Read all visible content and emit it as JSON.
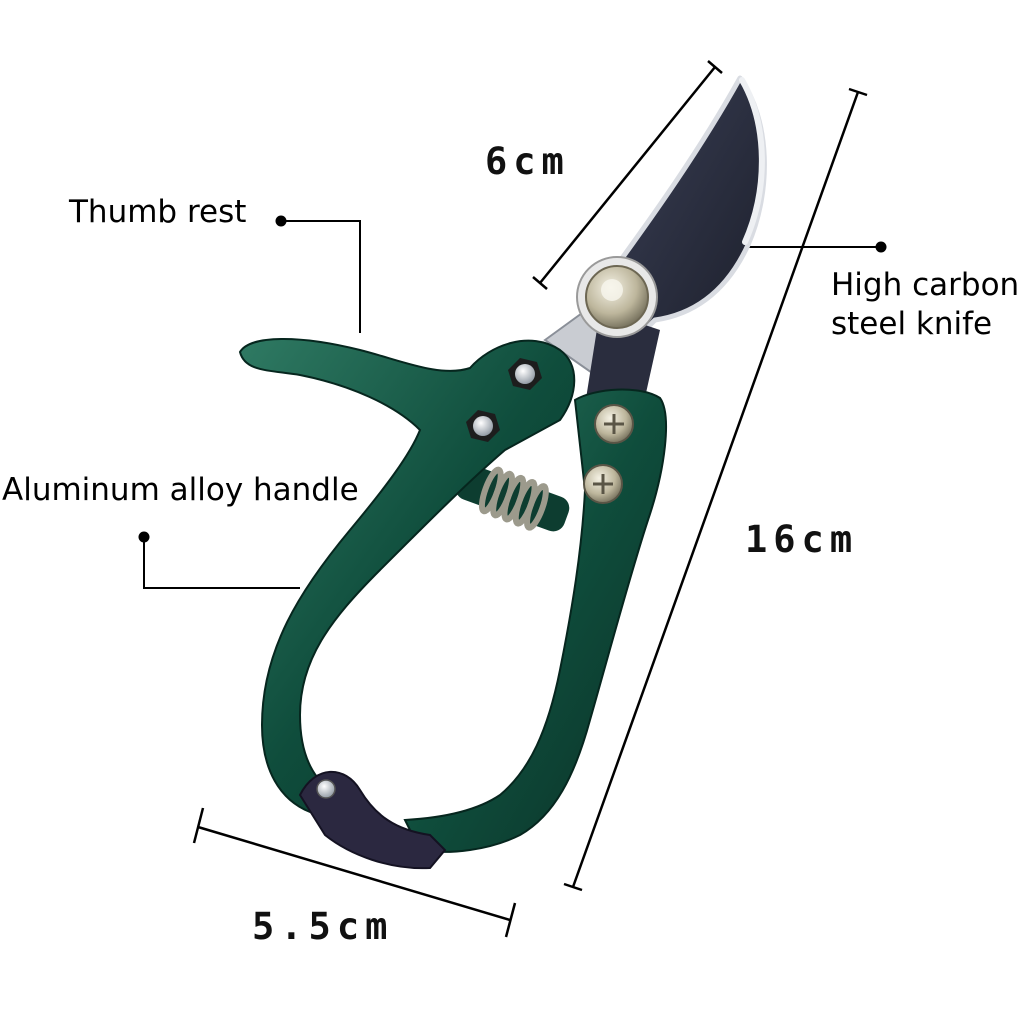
{
  "labels": {
    "thumb_rest": "Thumb rest",
    "handle": "Aluminum alloy handle",
    "knife_line1": "High carbon",
    "knife_line2": "steel knife"
  },
  "dimensions": {
    "blade_length": "6cm",
    "total_length": "16cm",
    "handle_width": "5.5cm"
  },
  "colors": {
    "handle_green": "#0d3d30",
    "handle_highlight": "#2f7a63",
    "blade_dark": "#262a3a",
    "blade_edge": "#d9dce2",
    "line": "#000000"
  }
}
